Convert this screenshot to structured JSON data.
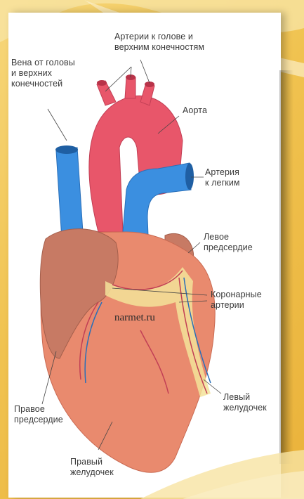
{
  "labels": {
    "arteries_head": "Артерии к голове и\nверхним конечностям",
    "vein_head": "Вена от головы\nи верхних\nконечностей",
    "aorta": "Аорта",
    "pulmonary_artery": "Артерия\nк легким",
    "left_atrium": "Левое\nпредсердие",
    "coronary_arteries": "Коронарные\nартерии",
    "left_ventricle": "Левый\nжелудочек",
    "right_atrium": "Правое\nпредсердие",
    "right_ventricle": "Правый\nжелудочек"
  },
  "watermark": "narmet.ru",
  "colors": {
    "background_gold": "#f0c24f",
    "aorta_red": "#e8566a",
    "vein_blue": "#3b8fe0",
    "heart_muscle": "#e98a6e",
    "atrium_brown": "#c77a64",
    "vessel_yellow": "#f3e39a"
  }
}
